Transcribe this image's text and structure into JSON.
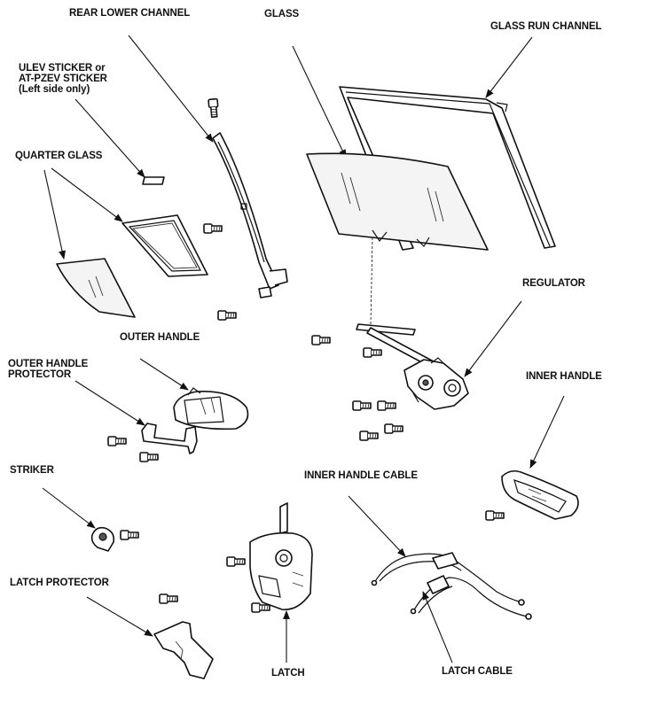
{
  "labels": {
    "rear_lower_channel": "REAR LOWER CHANNEL",
    "glass": "GLASS",
    "glass_run_channel": "GLASS RUN CHANNEL",
    "sticker_line1": "ULEV STICKER or",
    "sticker_line2": "AT-PZEV STICKER",
    "sticker_line3": "(Left side only)",
    "quarter_glass": "QUARTER GLASS",
    "regulator": "REGULATOR",
    "outer_handle": "OUTER HANDLE",
    "outer_handle_protector_line1": "OUTER HANDLE",
    "outer_handle_protector_line2": "PROTECTOR",
    "inner_handle": "INNER HANDLE",
    "striker": "STRIKER",
    "inner_handle_cable": "INNER HANDLE CABLE",
    "latch_protector": "LATCH PROTECTOR",
    "latch": "LATCH",
    "latch_cable": "LATCH CABLE"
  }
}
